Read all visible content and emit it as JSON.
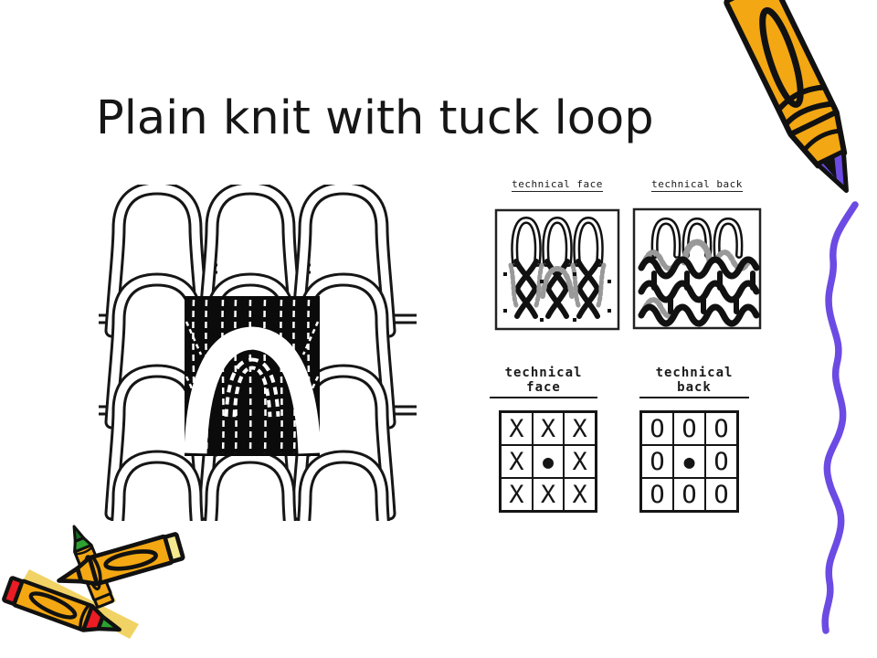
{
  "slide": {
    "title": "Plain knit with tuck loop",
    "background": "#ffffff"
  },
  "figures": {
    "loop_diagram": {
      "description": "plain knit loop structure with tuck loop highlighted in black square"
    },
    "knit_views": {
      "face_label": "technical face",
      "back_label": "technical back"
    },
    "notation": {
      "face_label": "technical face",
      "back_label": "technical back",
      "face_grid": {
        "rows": [
          [
            "X",
            "X",
            "X"
          ],
          [
            "X",
            "●",
            "X"
          ],
          [
            "X",
            "X",
            "X"
          ]
        ]
      },
      "back_grid": {
        "rows": [
          [
            "O",
            "O",
            "O"
          ],
          [
            "O",
            "●",
            "O"
          ],
          [
            "O",
            "O",
            "O"
          ]
        ]
      }
    }
  },
  "clipart": {
    "pencil": "crayon-icon",
    "crayons": "crayons-icon",
    "squiggle": "scribble-line"
  },
  "colors": {
    "ink": "#161616",
    "purple": "#6C4BE4",
    "orange": "#F3A712",
    "red": "#EC1C24",
    "green": "#2EA230",
    "cream": "#F5E98F",
    "gray": "#999999"
  }
}
